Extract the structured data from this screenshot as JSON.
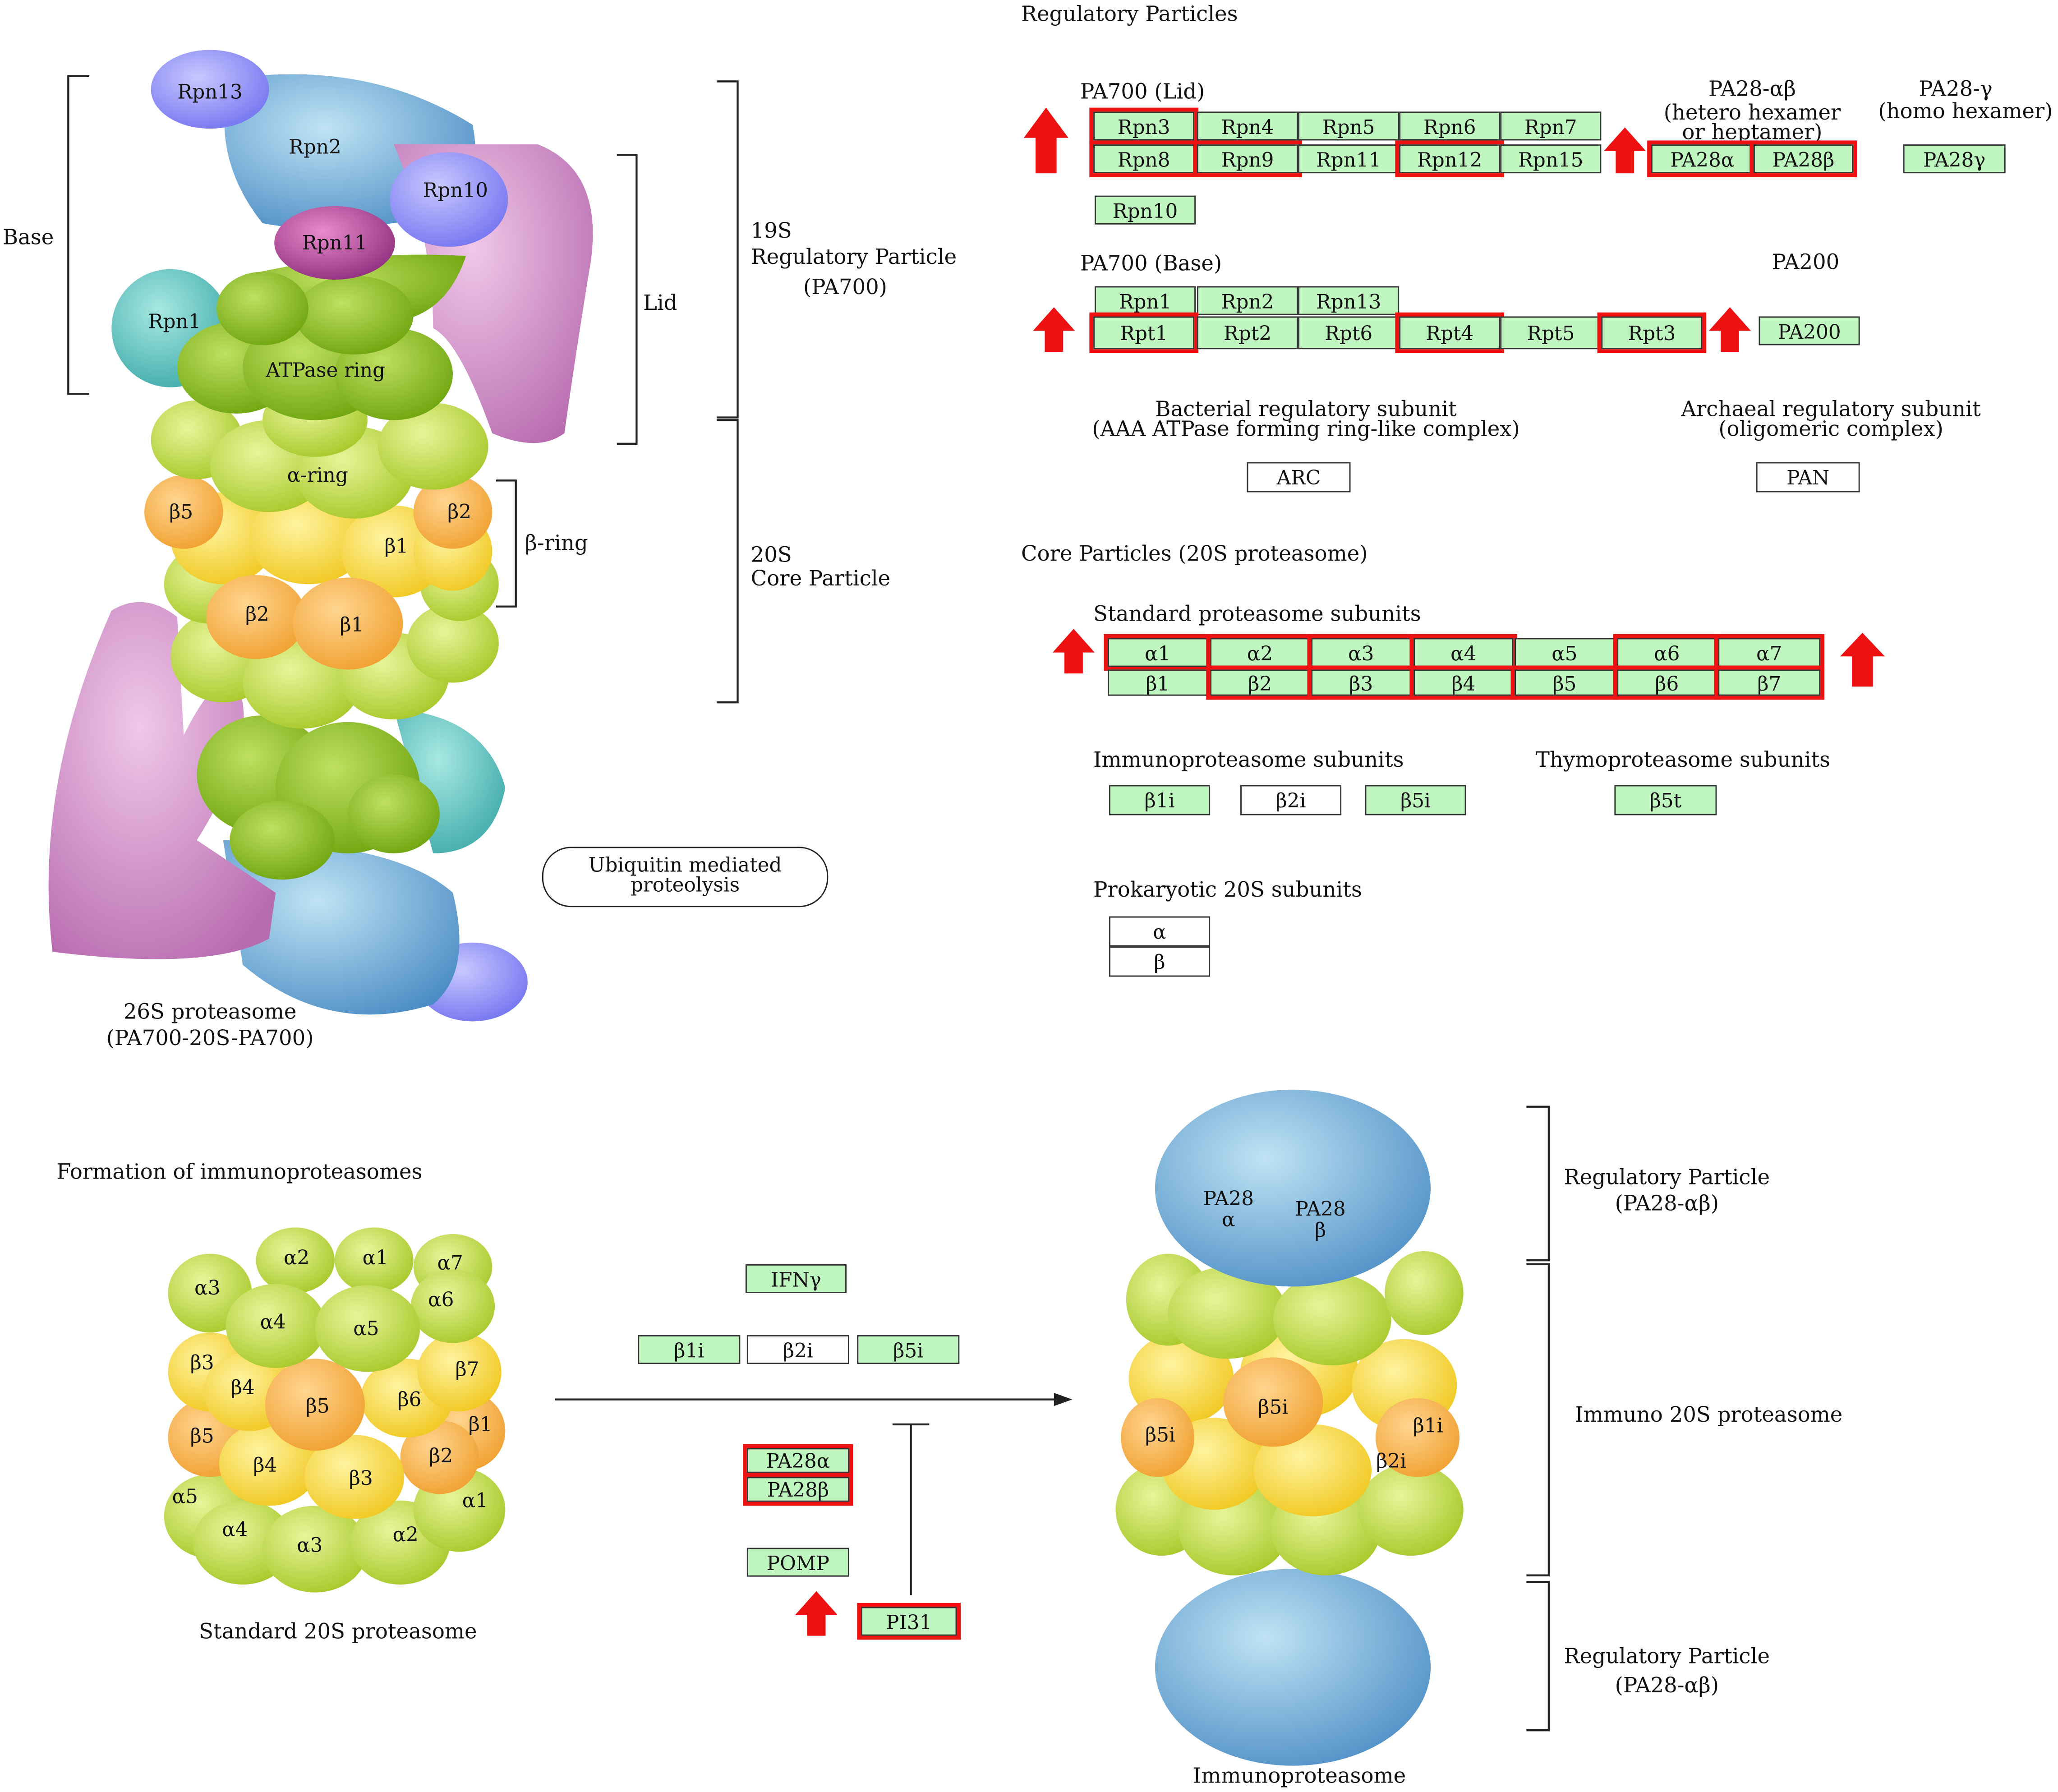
{
  "headings": {
    "regulatory": "Regulatory Particles",
    "pa700_lid": "PA700 (Lid)",
    "pa28ab": "PA28-αβ",
    "pa28ab_sub1": "(hetero hexamer",
    "pa28ab_sub2": "or heptamer)",
    "pa28g": "PA28-γ",
    "pa28g_sub": "(homo hexamer)",
    "pa700_base": "PA700 (Base)",
    "pa200": "PA200",
    "bacterial1": "Bacterial regulatory subunit",
    "bacterial2": "(AAA ATPase forming ring-like complex)",
    "archaeal1": "Archaeal regulatory subunit",
    "archaeal2": "(oligomeric complex)",
    "core": "Core Particles (20S proteasome)",
    "standard": "Standard proteasome subunits",
    "immuno": "Immunoproteasome subunits",
    "thymo": "Thymoproteasome subunits",
    "prokaryotic": "Prokaryotic 20S subunits",
    "formation": "Formation of immunoproteasomes"
  },
  "lid_row1": [
    "Rpn3",
    "Rpn4",
    "Rpn5",
    "Rpn6",
    "Rpn7"
  ],
  "lid_row2": [
    "Rpn8",
    "Rpn9",
    "Rpn11",
    "Rpn12",
    "Rpn15"
  ],
  "rpn10": "Rpn10",
  "pa28_boxes": [
    "PA28α",
    "PA28β"
  ],
  "pa28g_box": "PA28γ",
  "base_row1": [
    "Rpn1",
    "Rpn2",
    "Rpn13"
  ],
  "base_row2": [
    "Rpt1",
    "Rpt2",
    "Rpt6",
    "Rpt4",
    "Rpt5",
    "Rpt3"
  ],
  "pa200_box": "PA200",
  "arc": "ARC",
  "pan": "PAN",
  "alpha_row": [
    "α1",
    "α2",
    "α3",
    "α4",
    "α5",
    "α6",
    "α7"
  ],
  "beta_row": [
    "β1",
    "β2",
    "β3",
    "β4",
    "β5",
    "β6",
    "β7"
  ],
  "immuno_boxes": [
    "β1i",
    "β2i",
    "β5i"
  ],
  "thymo_box": "β5t",
  "prok": [
    "α",
    "β"
  ],
  "ubiquitin1": "Ubiquitin mediated",
  "ubiquitin2": "proteolysis",
  "formation_boxes": {
    "ifn": "IFNγ",
    "b1i": "β1i",
    "b2i": "β2i",
    "b5i": "β5i",
    "pa28a": "PA28α",
    "pa28b": "PA28β",
    "pomp": "POMP",
    "pi31": "PI31"
  },
  "left_labels": {
    "base": "Base",
    "lid": "Lid",
    "rp19s1": "19S",
    "rp19s2": "Regulatory Particle",
    "rp19s3": "(PA700)",
    "core20s1": "20S",
    "core20s2": "Core Particle",
    "betaring": "β-ring",
    "rpn13": "Rpn13",
    "rpn2": "Rpn2",
    "rpn10": "Rpn10",
    "rpn11": "Rpn11",
    "rpn1": "Rpn1",
    "atpase": "ATPase ring",
    "alpharing": "α-ring",
    "b5": "β5",
    "b2": "β2",
    "b1": "β1",
    "b2b": "β2",
    "b1b": "β1",
    "p26s1": "26S proteasome",
    "p26s2": "(PA700-20S-PA700)"
  },
  "std20s": {
    "a2": "α2",
    "a1": "α1",
    "a7": "α7",
    "a3": "α3",
    "a6": "α6",
    "a4": "α4",
    "a5": "α5",
    "b3": "β3",
    "b7": "β7",
    "b4": "β4",
    "b5": "β5",
    "b6": "β6",
    "b1": "β1",
    "b5b": "β5",
    "b2": "β2",
    "b4b": "β4",
    "b3b": "β3",
    "a5b": "α5",
    "a1b": "α1",
    "a4b": "α4",
    "a2b": "α2",
    "a3b": "α3",
    "caption": "Standard 20S proteasome"
  },
  "immuno_complex": {
    "pa28a1": "PA28",
    "pa28a2": "α",
    "pa28b1": "PA28",
    "pa28b2": "β",
    "b5i": "β5i",
    "b5i_side": "β5i",
    "b1i": "β1i",
    "b2i": "β2i",
    "caption": "Immunoproteasome",
    "rp_top1": "Regulatory Particle",
    "rp_top2": "(PA28-αβ)",
    "immuno20s": "Immuno 20S proteasome",
    "rp_bot1": "Regulatory Particle",
    "rp_bot2": "(PA28-αβ)"
  },
  "colors": {
    "box_fill": "#bff5be",
    "highlight": "#ee1111",
    "arrow": "#ee1111"
  }
}
